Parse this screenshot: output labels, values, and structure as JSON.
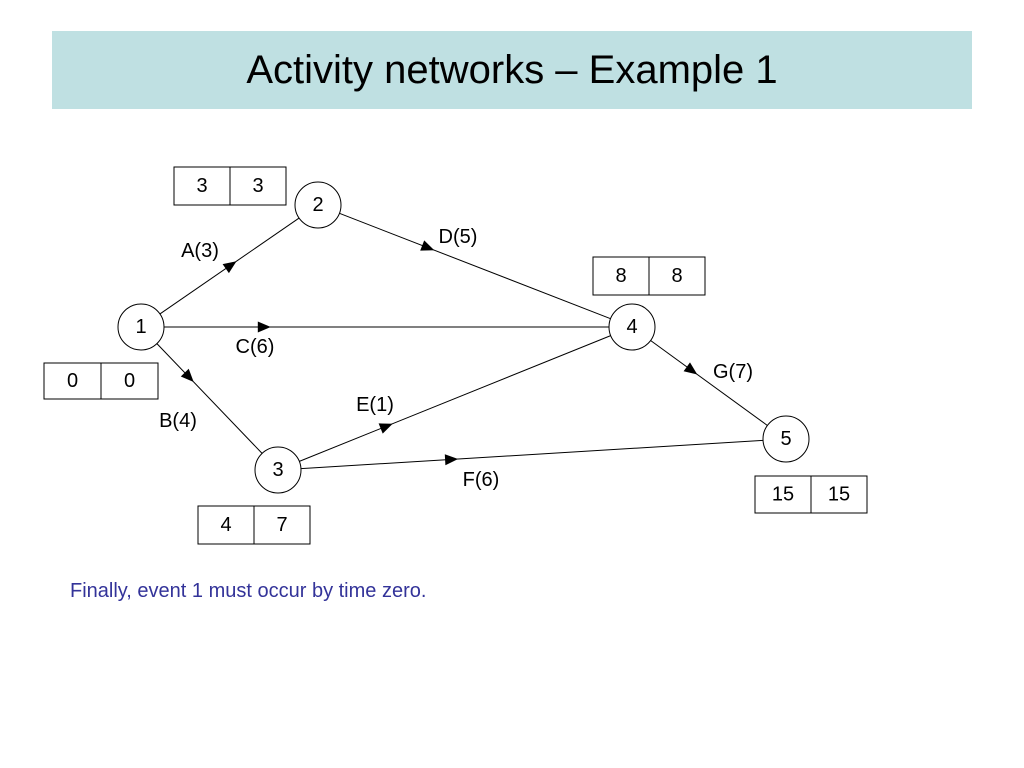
{
  "title": "Activity networks – Example 1",
  "nodes": [
    {
      "id": "1",
      "label": "1"
    },
    {
      "id": "2",
      "label": "2"
    },
    {
      "id": "3",
      "label": "3"
    },
    {
      "id": "4",
      "label": "4"
    },
    {
      "id": "5",
      "label": "5"
    }
  ],
  "edges": [
    {
      "id": "A",
      "from": "1",
      "to": "2",
      "label": "A(3)"
    },
    {
      "id": "B",
      "from": "1",
      "to": "3",
      "label": "B(4)"
    },
    {
      "id": "C",
      "from": "1",
      "to": "4",
      "label": "C(6)"
    },
    {
      "id": "D",
      "from": "2",
      "to": "4",
      "label": "D(5)"
    },
    {
      "id": "E",
      "from": "3",
      "to": "4",
      "label": "E(1)"
    },
    {
      "id": "F",
      "from": "3",
      "to": "5",
      "label": "F(6)"
    },
    {
      "id": "G",
      "from": "4",
      "to": "5",
      "label": "G(7)"
    }
  ],
  "time_boxes": [
    {
      "node": "1",
      "earliest": "0",
      "latest": "0",
      "latest_color": "#ff0000"
    },
    {
      "node": "2",
      "earliest": "3",
      "latest": "3"
    },
    {
      "node": "3",
      "earliest": "4",
      "latest": "7"
    },
    {
      "node": "4",
      "earliest": "8",
      "latest": "8"
    },
    {
      "node": "5",
      "earliest": "15",
      "latest": "15"
    }
  ],
  "note": "Finally, event 1 must occur by time zero.",
  "colors": {
    "title_band": "#bfe0e2",
    "note_text": "#333399",
    "highlight": "#ff0000"
  }
}
